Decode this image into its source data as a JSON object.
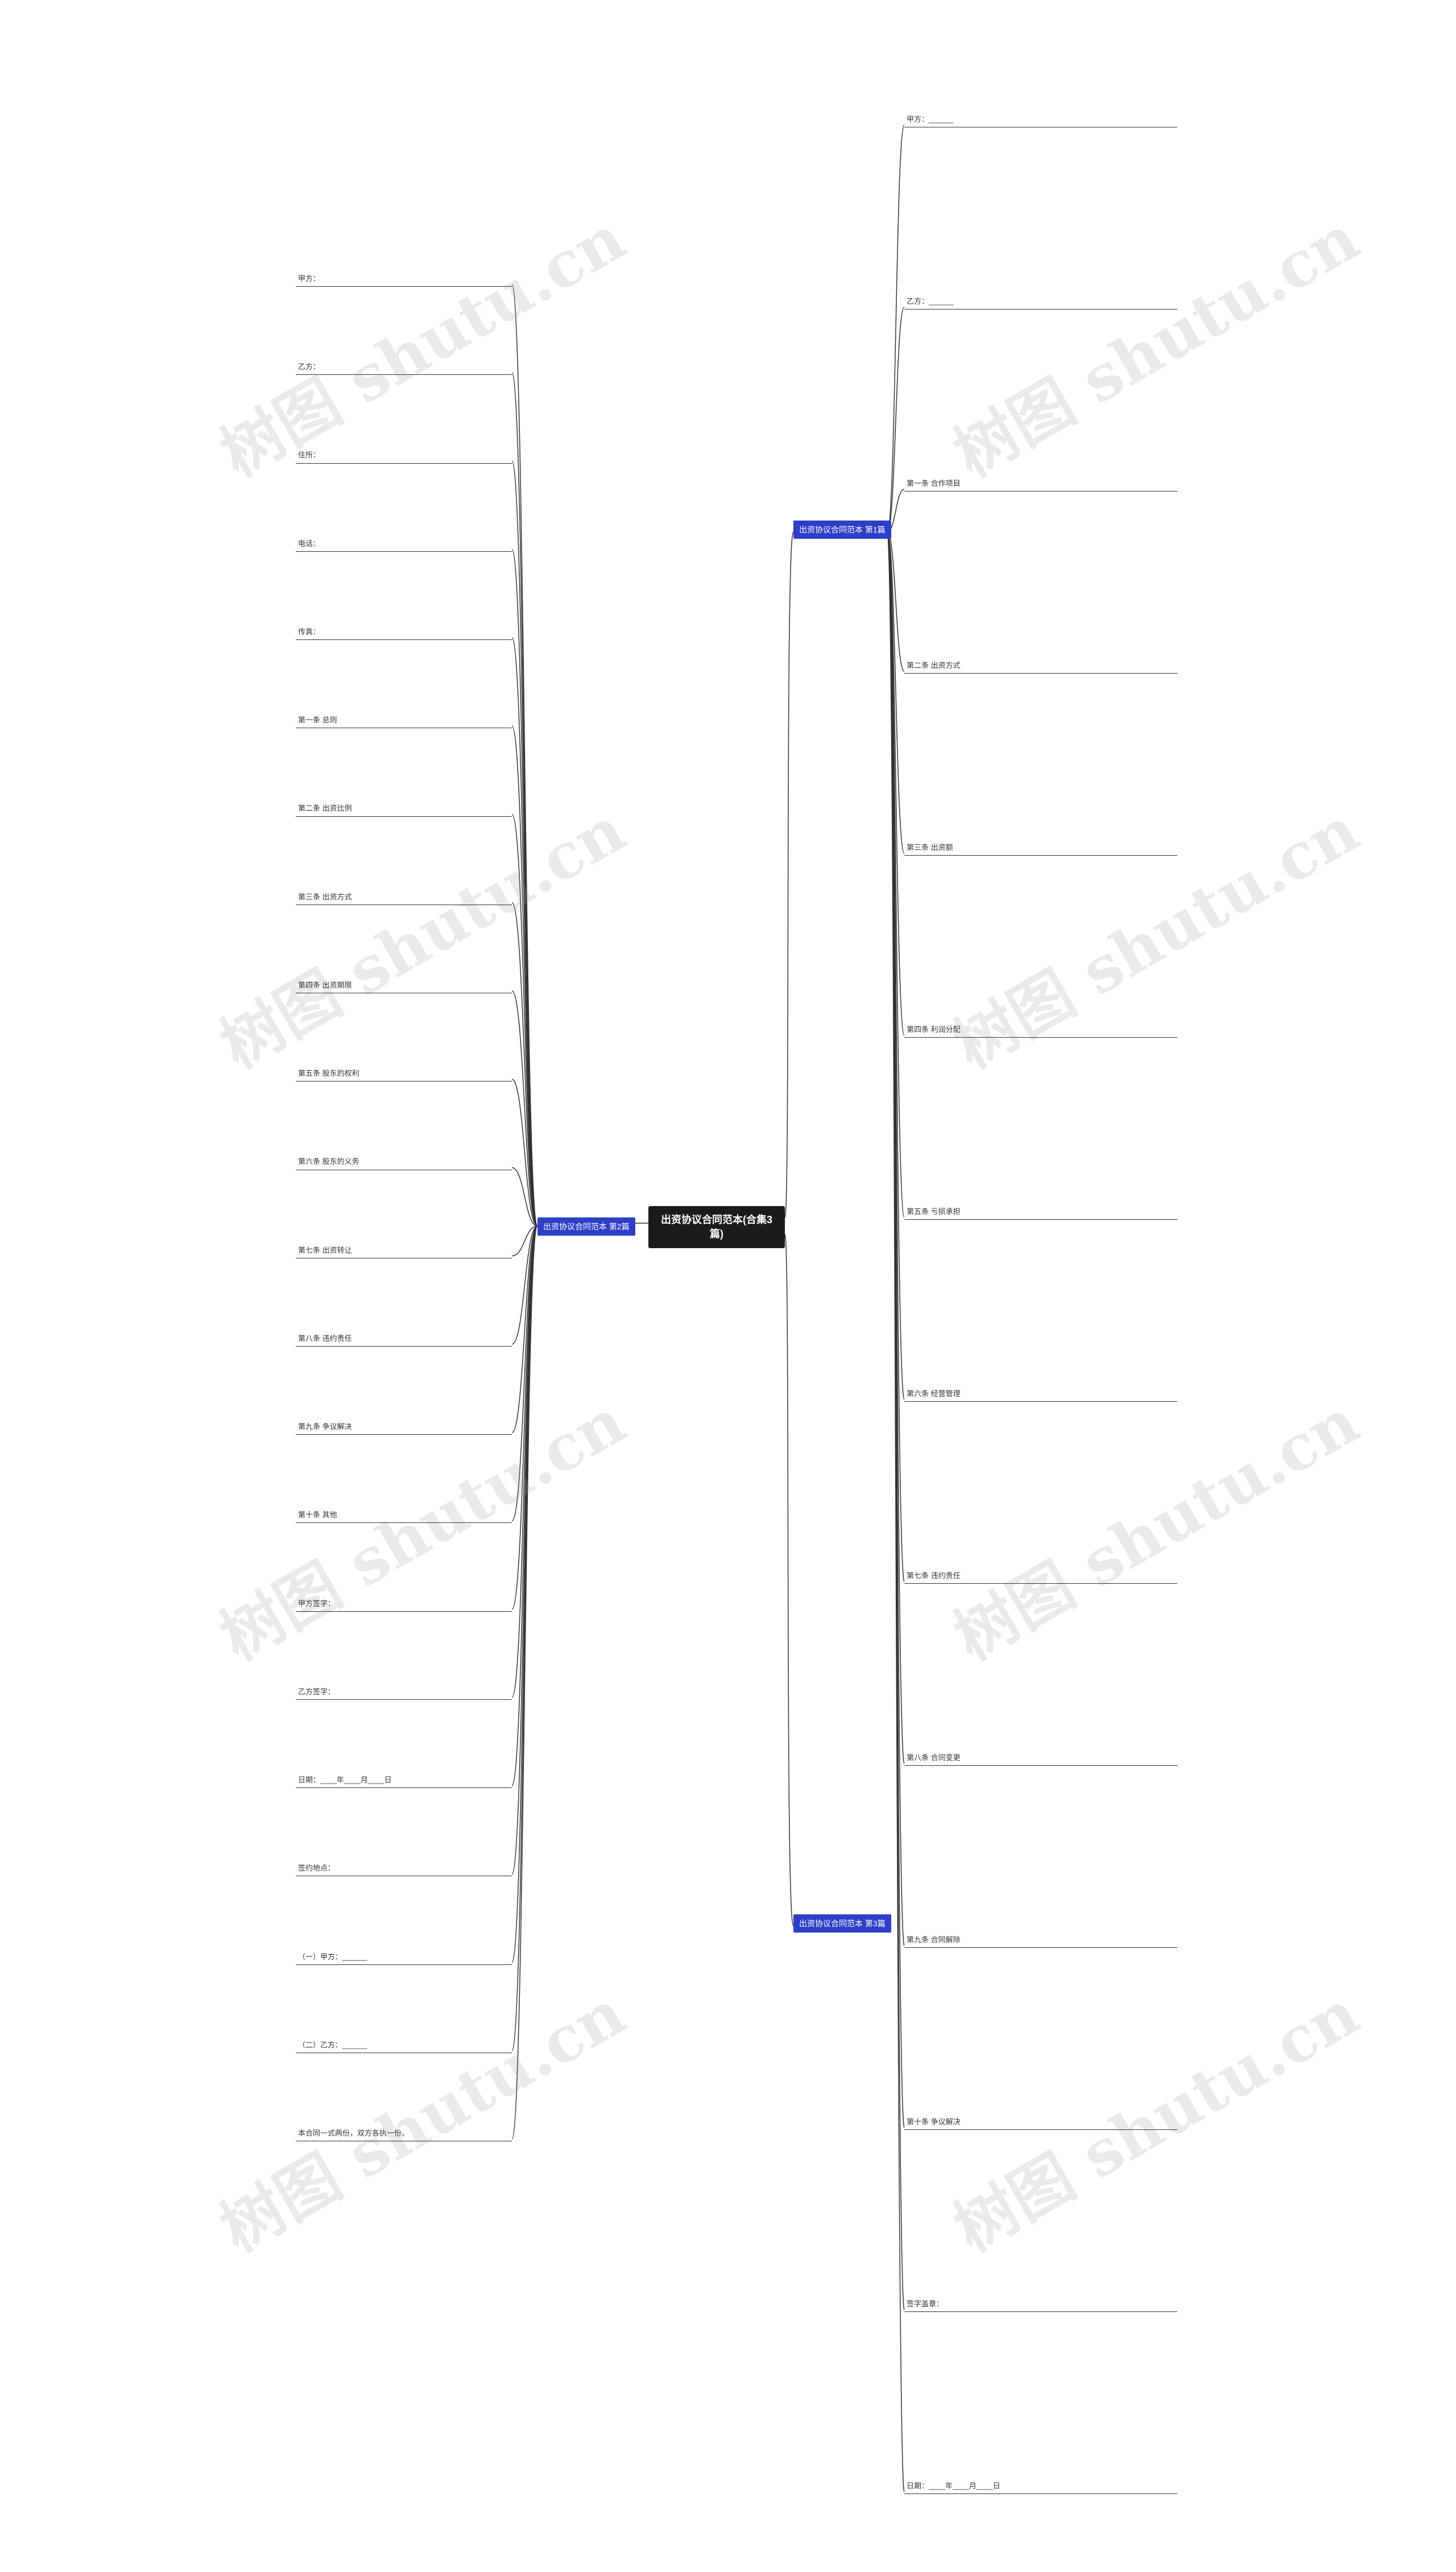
{
  "center": "出资协议合同范本(合集3篇)",
  "watermark": "树图 shutu.cn",
  "branches": [
    {
      "label": "出资协议合同范本 第1篇"
    },
    {
      "label": "出资协议合同范本 第2篇"
    },
    {
      "label": "出资协议合同范本 第3篇"
    }
  ],
  "left_nodes": [
    "甲方：",
    "乙方：",
    "住所：",
    "电话：",
    "传真：",
    "第一条 总则",
    "第二条 出资比例",
    "第三条 出资方式",
    "第四条 出资期限",
    "第五条 股东的权利",
    "第六条 股东的义务",
    "第七条 出资转让",
    "第八条 违约责任",
    "第九条 争议解决",
    "第十条 其他",
    "甲方签字：",
    "乙方签字：",
    "日期：____年____月____日",
    "签约地点：",
    "（一）甲方：______",
    "（二）乙方：______",
    "本合同一式两份，双方各执一份。"
  ],
  "right_nodes": [
    "甲方：______",
    "乙方：______",
    "第一条 合作项目",
    "第二条 出资方式",
    "第三条 出资额",
    "第四条 利润分配",
    "第五条 亏损承担",
    "第六条 经营管理",
    "第七条 违约责任",
    "第八条 合同变更",
    "第九条 合同解除",
    "第十条 争议解决",
    "签字盖章：",
    "日期：____年____月____日"
  ]
}
